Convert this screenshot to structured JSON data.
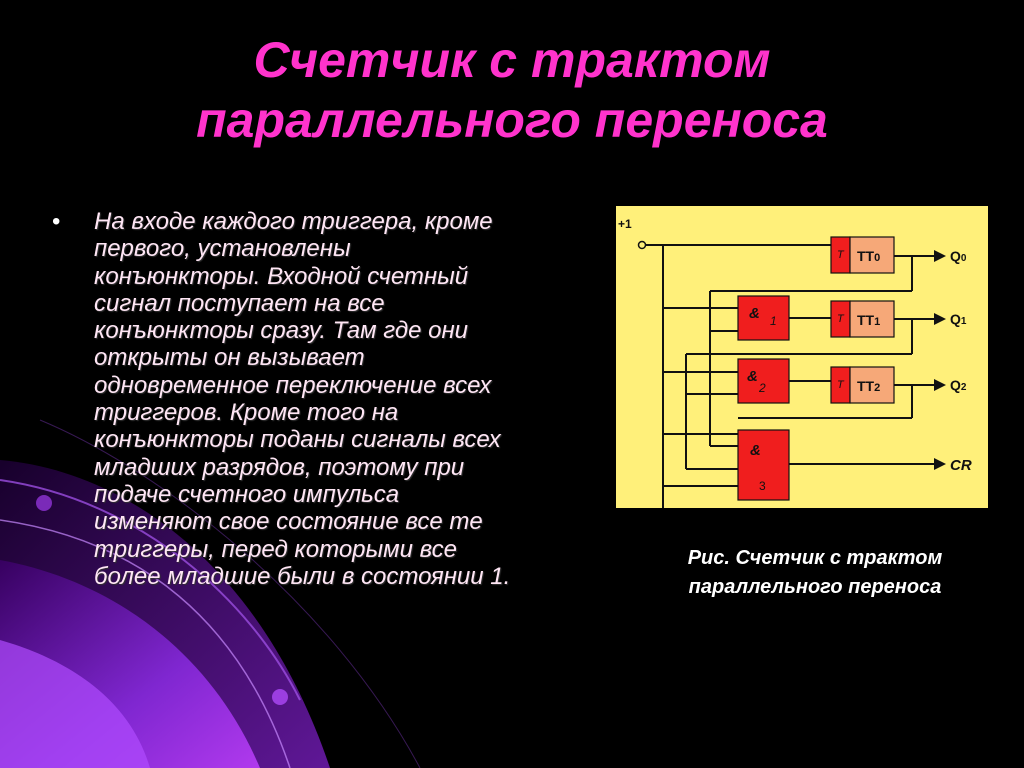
{
  "slide": {
    "title_line1": "Счетчик с трактом",
    "title_line2": "параллельного переноса",
    "bullet_char": "•",
    "body_lines": [
      "На входе каждого триггера, кроме",
      "первого,  установлены",
      "конъюнкторы. Входной счетный",
      "сигнал поступает на все",
      "конъюнкторы сразу. Там где они",
      "открыты он вызывает",
      "одновременное переключение всех",
      "триггеров. Кроме того на",
      "конъюнкторы поданы сигналы всех",
      "младших разрядов, поэтому при",
      "подаче счетного импульса",
      "изменяют свое  состояние все те",
      "триггеры, перед которыми  все",
      "более младшие были в состоянии 1."
    ],
    "caption_line1": "Рис. Счетчик с трактом",
    "caption_line2": "параллельного переноса"
  },
  "diagram": {
    "input_label": "+1",
    "and_symbol": "&",
    "and_gates": [
      {
        "index": "1"
      },
      {
        "index": "2"
      },
      {
        "index": "3"
      }
    ],
    "flipflops": [
      {
        "t_label": "T",
        "name": "TT",
        "index": "0",
        "output": "Q",
        "output_index": "0"
      },
      {
        "t_label": "T",
        "name": "TT",
        "index": "1",
        "output": "Q",
        "output_index": "1"
      },
      {
        "t_label": "T",
        "name": "TT",
        "index": "2",
        "output": "Q",
        "output_index": "2"
      }
    ],
    "carry_output": "CR"
  },
  "colors": {
    "background": "#000000",
    "title": "#ff33cc",
    "diagram_background": "#fff07a",
    "gate_fill": "#f01e1e",
    "flipflop_fill": "#f6a878",
    "wire": "#111111"
  }
}
